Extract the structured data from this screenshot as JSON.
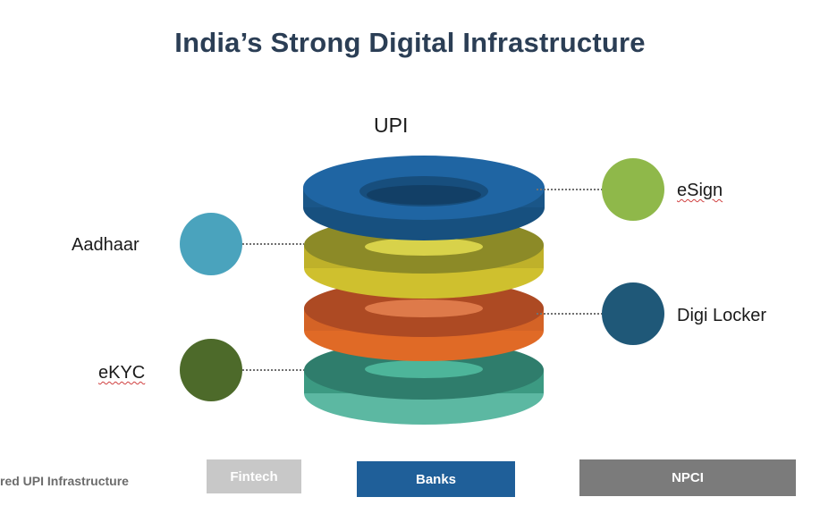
{
  "title": "India’s Strong Digital Infrastructure",
  "center_label": "UPI",
  "nodes": {
    "esign": {
      "label": "eSign",
      "color": "#8fb84a"
    },
    "aadhaar": {
      "label": "Aadhaar",
      "color": "#4aa3bd"
    },
    "digilocker": {
      "label": "Digi Locker",
      "color": "#1f5878"
    },
    "ekyc": {
      "label": "eKYC",
      "color": "#4d6a2a"
    }
  },
  "rings": [
    {
      "layer": "top",
      "color": "#1e5d96"
    },
    {
      "layer": "second",
      "color": "#b7ad2c"
    },
    {
      "layer": "third",
      "color": "#d0622a"
    },
    {
      "layer": "bottom",
      "color": "#3b9b84"
    }
  ],
  "footer": {
    "caption": "red UPI Infrastructure",
    "buttons": {
      "fintech": "Fintech",
      "banks": "Banks",
      "npci": "NPCI"
    }
  }
}
